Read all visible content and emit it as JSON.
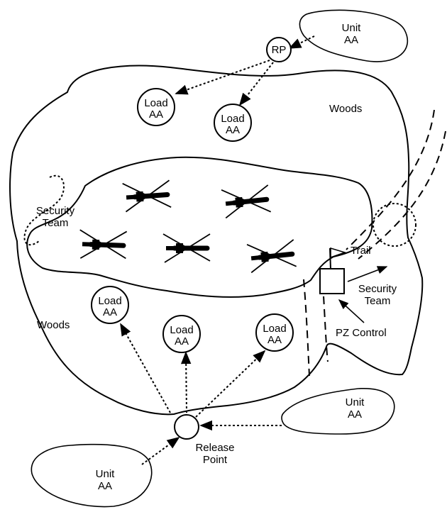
{
  "labels": {
    "unit_top": [
      "Unit",
      "AA"
    ],
    "rp": "RP",
    "load": [
      "Load",
      "AA"
    ],
    "woods": "Woods",
    "security_team": [
      "Security",
      "Team"
    ],
    "trail": "Trail",
    "pz_control": "PZ Control",
    "release_point": [
      "Release",
      "Point"
    ],
    "unit_right": [
      "Unit",
      "AA"
    ],
    "unit_bottom": [
      "Unit",
      "AA"
    ]
  }
}
